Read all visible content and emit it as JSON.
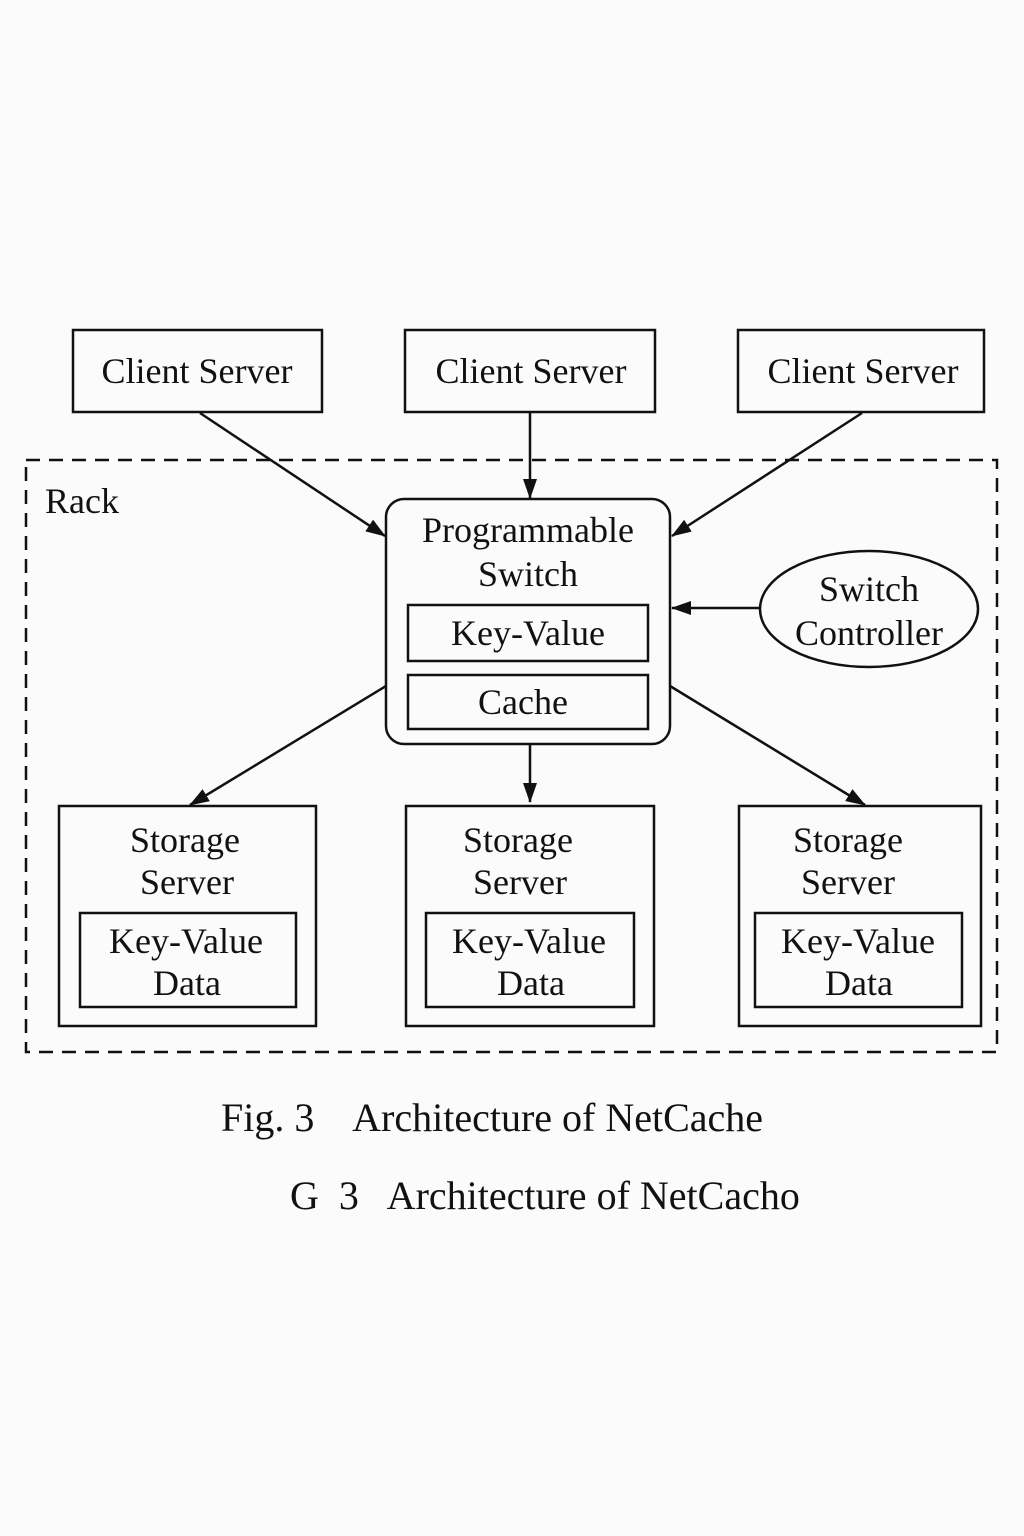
{
  "diagram": {
    "rack": {
      "label": "Rack"
    },
    "clients": [
      {
        "label": "Client Server"
      },
      {
        "label": "Client Server"
      },
      {
        "label": "Client Server"
      }
    ],
    "switch": {
      "title_line1": "Programmable",
      "title_line2": "Switch",
      "module1": "Key-Value",
      "module2": "Cache"
    },
    "controller": {
      "line1": "Switch",
      "line2": "Controller"
    },
    "storage": [
      {
        "line1": "Storage",
        "line2": "Server",
        "inner_line1": "Key-Value",
        "inner_line2": "Data"
      },
      {
        "line1": "Storage",
        "line2": "Server",
        "inner_line1": "Key-Value",
        "inner_line2": "Data"
      },
      {
        "line1": "Storage",
        "line2": "Server",
        "inner_line1": "Key-Value",
        "inner_line2": "Data"
      }
    ],
    "edges": [
      {
        "from": "client-1",
        "to": "switch"
      },
      {
        "from": "client-2",
        "to": "switch"
      },
      {
        "from": "client-3",
        "to": "switch"
      },
      {
        "from": "controller",
        "to": "switch"
      },
      {
        "from": "switch",
        "to": "storage-1"
      },
      {
        "from": "switch",
        "to": "storage-2"
      },
      {
        "from": "switch",
        "to": "storage-3"
      }
    ]
  },
  "captions": {
    "primary": "Fig. 3    Architecture of NetCache",
    "secondary": "G  3   Architecture of NetCacho"
  }
}
